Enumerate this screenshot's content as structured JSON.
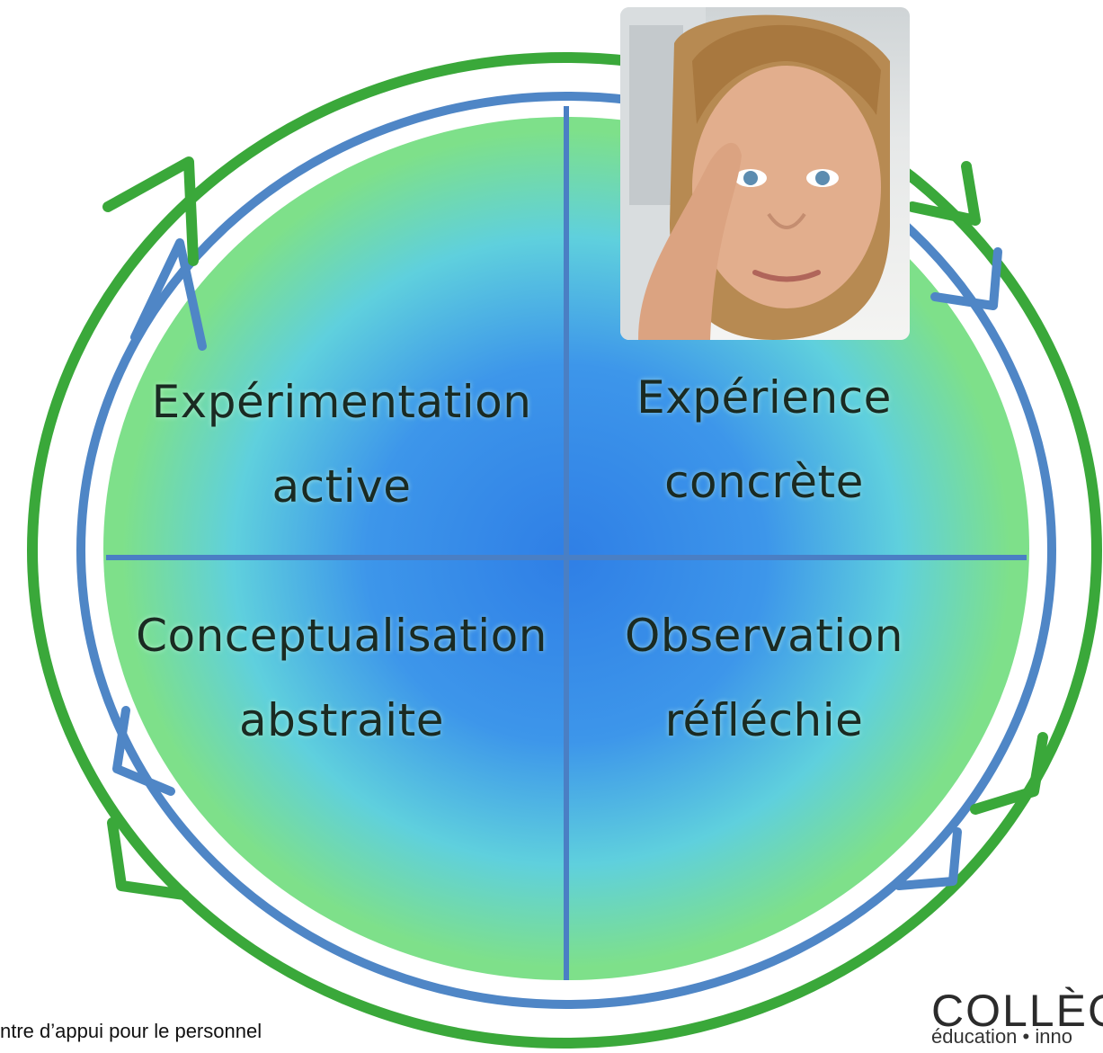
{
  "quadrants": {
    "top_left": {
      "line1": "Expérimentation",
      "line2": "active"
    },
    "top_right": {
      "line1": "Expérience",
      "line2": "concrète"
    },
    "bottom_left": {
      "line1": "Conceptualisation",
      "line2": "abstraite"
    },
    "bottom_right": {
      "line1": "Observation",
      "line2": "réfléchie"
    }
  },
  "footer_text": "ntre d’appui pour le personnel",
  "logo": {
    "wordmark": "COLLÈGE",
    "tagline": "éducation • inno"
  },
  "colors": {
    "outer_ring": "#3aa83a",
    "inner_ring": "#4f86c6",
    "center_blue": "#2f7fe6",
    "edge_green": "#6fd68a",
    "divider": "#4a7fc4"
  },
  "icons": [
    "portrait-photo",
    "cycle-arrow-icon"
  ]
}
